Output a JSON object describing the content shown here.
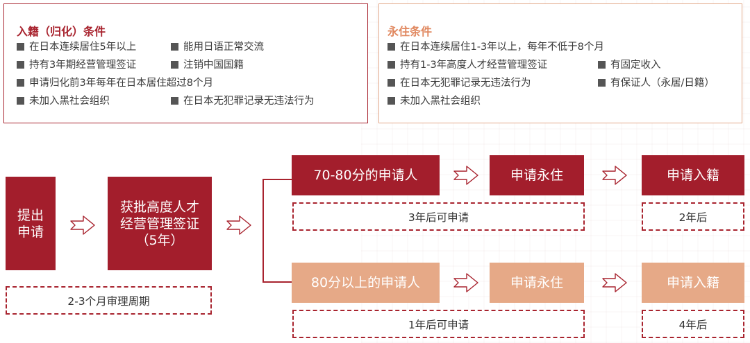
{
  "naturalization": {
    "title": "入籍（归化）条件",
    "items": [
      "在日本连续居住5年以上",
      "能用日语正常交流",
      "持有3年期经营管理签证",
      "注销中国国籍",
      "申请归化前3年每年在日本居住超过8个月",
      "未加入黑社会组织",
      "在日本无犯罪记录无违法行为"
    ]
  },
  "permanent_residency": {
    "title": "永住条件",
    "items": [
      "在日本连续居住1-3年以上，每年不低于8个月",
      "持有1-3年高度人才经营管理签证",
      "有固定收入",
      "在日本无犯罪记录无违法行为",
      "有保证人（永居/日籍）",
      "未加入黑社会组织"
    ]
  },
  "flow": {
    "submit": "提出\n申请",
    "visa": "获批高度人才\n经营管理签证\n（5年）",
    "review_period": "2-3个月审理周期",
    "track_a": {
      "applicant": "70-80分的申请人",
      "pr": "申请永住",
      "nat": "申请入籍",
      "pr_wait": "3年后可申请",
      "nat_wait": "2年后"
    },
    "track_b": {
      "applicant": "80分以上的申请人",
      "pr": "申请永住",
      "nat": "申请入籍",
      "pr_wait": "1年后可申请",
      "nat_wait": "4年后"
    }
  },
  "colors": {
    "primary": "#a31e2c",
    "secondary": "#e6a987"
  }
}
